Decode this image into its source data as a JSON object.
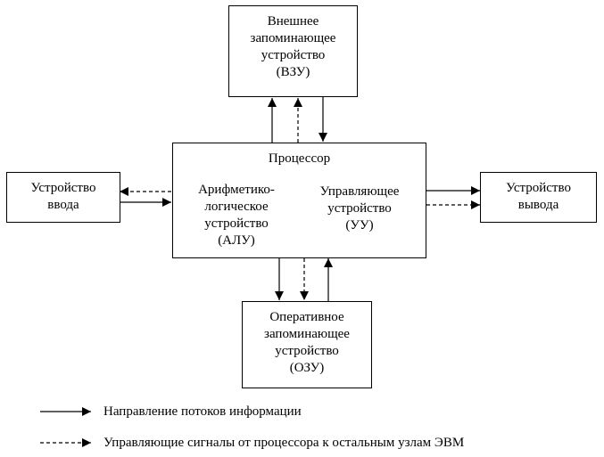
{
  "blocks": {
    "vzu": "Внешнее\nзапоминающее\nустройство\n(ВЗУ)",
    "processor": "Процессор",
    "alu": "Арифметико-\nлогическое\nустройство\n(АЛУ)",
    "uu": "Управляющее\nустройство\n(УУ)",
    "input": "Устройство\nввода",
    "output": "Устройство\nвывода",
    "ozu": "Оперативное\nзапоминающее\nустройство\n(ОЗУ)"
  },
  "legend": {
    "solid": "Направление потоков информации",
    "dashed": "Управляющие сигналы от процессора к остальным узлам ЭВМ"
  }
}
